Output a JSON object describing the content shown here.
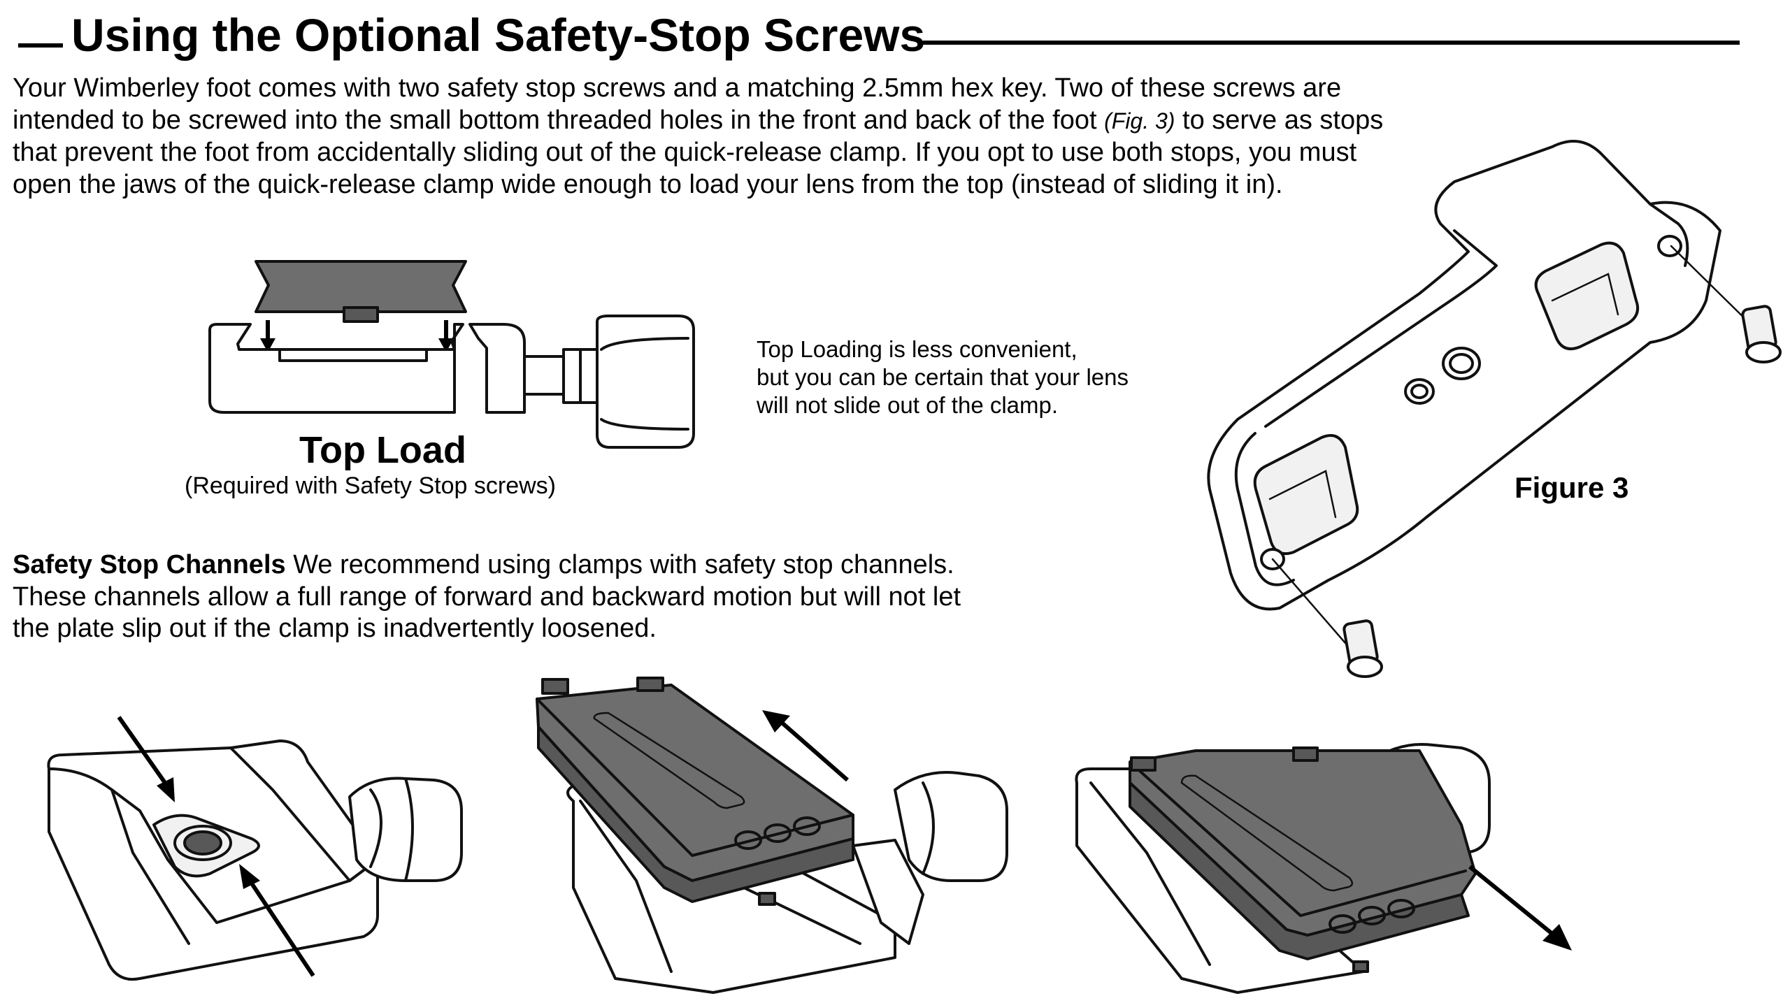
{
  "title": "Using the Optional Safety-Stop Screws",
  "intro": {
    "line1": "Your Wimberley foot comes with two safety stop screws and a matching 2.5mm hex key. Two of these screws are",
    "line2_before": "intended to be screwed into the small bottom threaded holes in the front and back of the foot ",
    "line2_figref": "(Fig. 3)",
    "line2_after": " to serve as stops",
    "line3": "that prevent the foot from accidentally sliding out of the quick-release clamp. If you opt to use both stops, you must",
    "line4": "open the jaws of the quick-release clamp wide enough to load your lens from the top (instead of sliding it in)."
  },
  "top_load": {
    "title": "Top Load",
    "subtitle": "(Required with Safety Stop screws)"
  },
  "top_loading_note": {
    "line1": "Top Loading is less convenient,",
    "line2": "but you can be certain that your lens",
    "line3": "will not slide out of the clamp."
  },
  "figure_label": "Figure 3",
  "channels": {
    "lead": "Safety Stop Channels",
    "line1_rest": " We recommend using clamps with safety stop channels.",
    "line2": "These channels allow a full range of forward and backward motion but will not let",
    "line3": "the plate slip out if the clamp is inadvertently loosened."
  },
  "colors": {
    "ink": "#111111",
    "plate": "#6e6e6e",
    "background": "#ffffff"
  },
  "icons": [
    "arrow-icon",
    "screw-icon",
    "clamp-illustration",
    "foot-illustration"
  ]
}
